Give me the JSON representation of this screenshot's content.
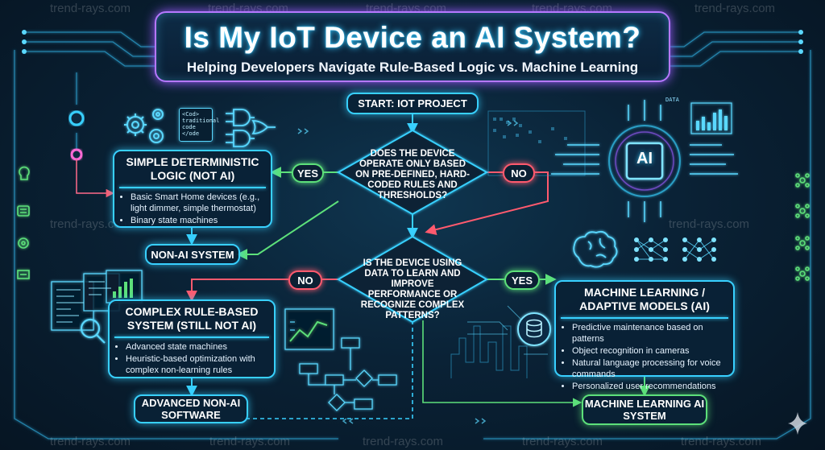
{
  "title": "Is My IoT Device an AI System?",
  "subtitle": "Helping Developers Navigate Rule-Based Logic vs. Machine Learning",
  "watermark": "trend-rays.com",
  "start": "START: IOT PROJECT",
  "question1": "DOES THE DEVICE OPERATE ONLY BASED ON PRE-DEFINED, HARD-CODED RULES AND THRESHOLDS?",
  "question2": "IS THE DEVICE USING DATA TO LEARN AND IMPROVE PERFORMANCE OR RECOGNIZE COMPLEX PATTERNS?",
  "yes_label": "YES",
  "no_label": "NO",
  "simple_logic": {
    "title": "SIMPLE DETERMINISTIC LOGIC (NOT AI)",
    "bullets": [
      "Basic Smart Home devices (e.g., light dimmer, simple thermostat)",
      "Binary state machines"
    ]
  },
  "non_ai_system": "NON-AI SYSTEM",
  "complex_rule": {
    "title": "COMPLEX RULE-BASED SYSTEM (STILL NOT AI)",
    "bullets": [
      "Advanced state machines",
      "Heuristic-based optimization with complex non-learning rules"
    ]
  },
  "advanced_non_ai": "ADVANCED NON-AI SOFTWARE",
  "ml_models": {
    "title": "MACHINE LEARNING / ADAPTIVE MODELS (AI)",
    "bullets": [
      "Predictive maintenance based on patterns",
      "Object recognition in cameras",
      "Natural language processing for voice commands",
      "Personalized user recommendations"
    ]
  },
  "ml_ai_system": "MACHINE LEARNING AI SYSTEM",
  "ai_chip_label": "AI",
  "code_icon_lines": [
    "<Cod>",
    "traditional",
    "code",
    "</ode"
  ],
  "data_label": "DATA",
  "colors": {
    "accent_cyan": "#38d0ff",
    "yes_green": "#5de07a",
    "no_red": "#ff5a6e",
    "title_border": "#b678ff",
    "background": "#0a2236"
  },
  "icons": [
    "gear-icon",
    "logic-gate-icon",
    "code-window-icon",
    "ai-chip-icon",
    "brain-icon",
    "neural-network-icon",
    "bar-chart-icon",
    "flowchart-icon",
    "magnifier-icon",
    "database-icon",
    "lightbulb-icon",
    "sparkle-icon"
  ]
}
